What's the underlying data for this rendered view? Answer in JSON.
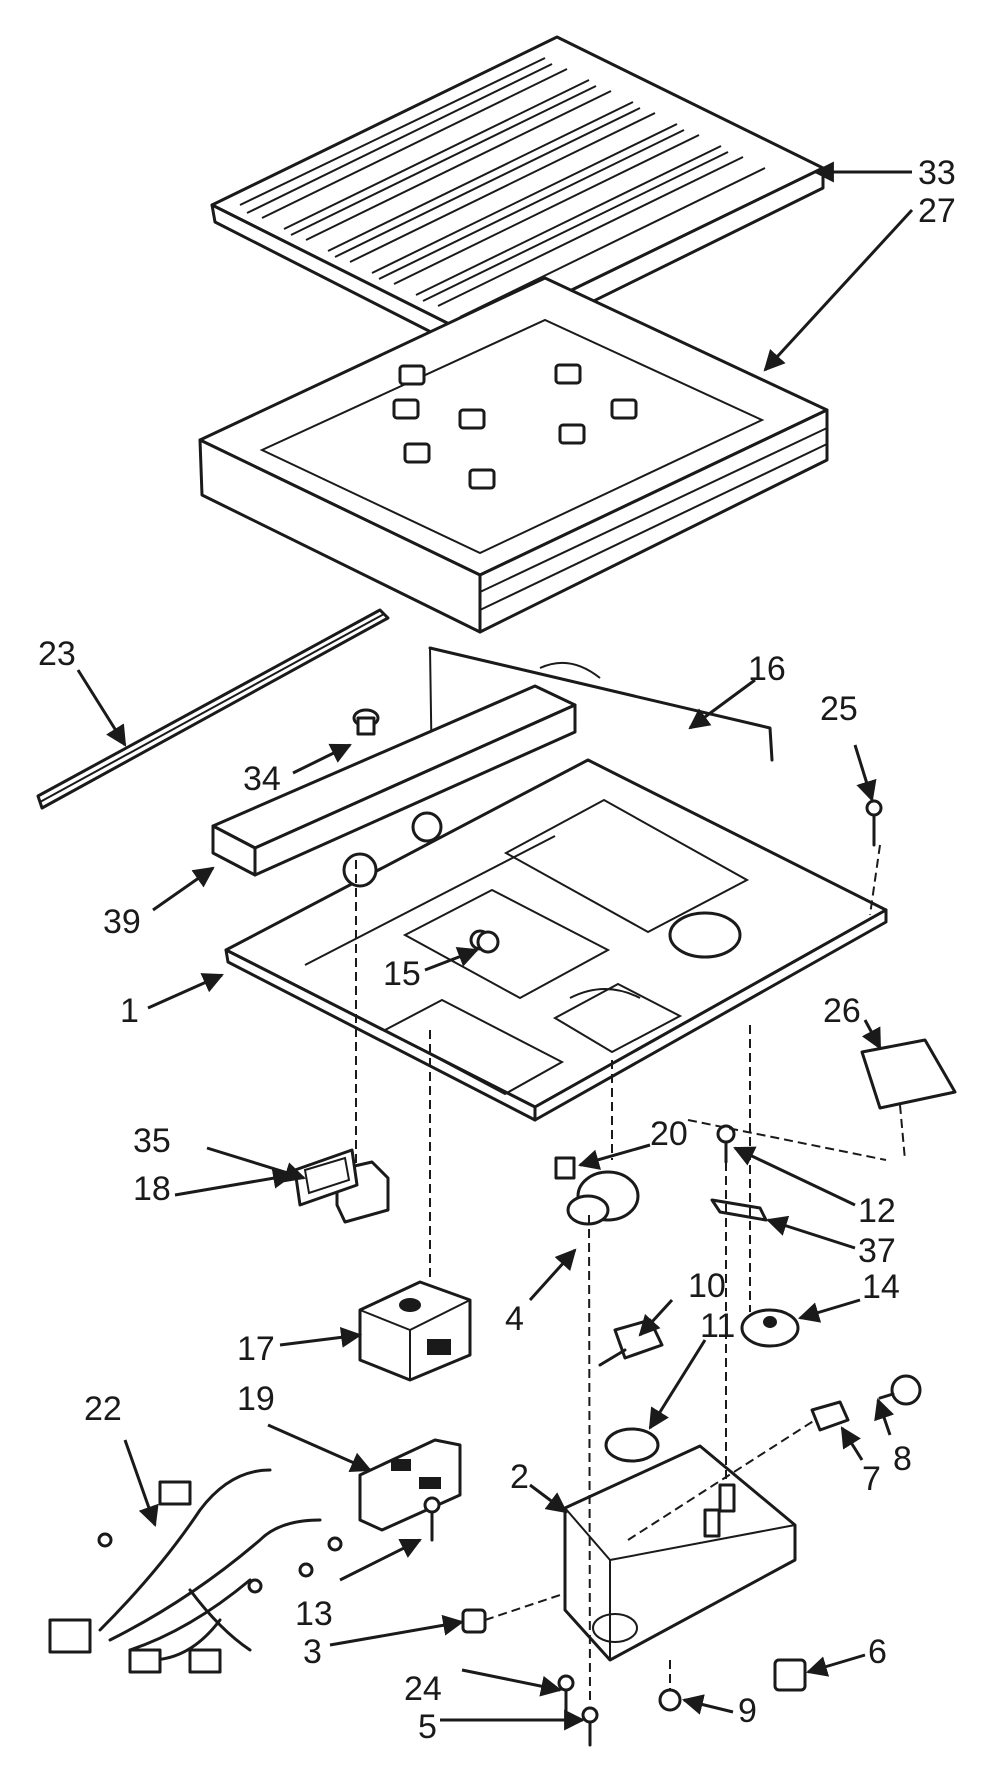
{
  "callouts": [
    {
      "id": "33",
      "label": "33"
    },
    {
      "id": "27",
      "label": "27"
    },
    {
      "id": "23",
      "label": "23"
    },
    {
      "id": "16",
      "label": "16"
    },
    {
      "id": "25",
      "label": "25"
    },
    {
      "id": "34",
      "label": "34"
    },
    {
      "id": "39",
      "label": "39"
    },
    {
      "id": "15",
      "label": "15"
    },
    {
      "id": "1",
      "label": "1"
    },
    {
      "id": "26",
      "label": "26"
    },
    {
      "id": "35",
      "label": "35"
    },
    {
      "id": "20",
      "label": "20"
    },
    {
      "id": "18",
      "label": "18"
    },
    {
      "id": "12",
      "label": "12"
    },
    {
      "id": "37",
      "label": "37"
    },
    {
      "id": "4",
      "label": "4"
    },
    {
      "id": "10",
      "label": "10"
    },
    {
      "id": "14",
      "label": "14"
    },
    {
      "id": "11",
      "label": "11"
    },
    {
      "id": "17",
      "label": "17"
    },
    {
      "id": "19",
      "label": "19"
    },
    {
      "id": "22",
      "label": "22"
    },
    {
      "id": "8",
      "label": "8"
    },
    {
      "id": "7",
      "label": "7"
    },
    {
      "id": "2",
      "label": "2"
    },
    {
      "id": "13",
      "label": "13"
    },
    {
      "id": "3",
      "label": "3"
    },
    {
      "id": "6",
      "label": "6"
    },
    {
      "id": "24",
      "label": "24"
    },
    {
      "id": "9",
      "label": "9"
    },
    {
      "id": "5",
      "label": "5"
    }
  ]
}
